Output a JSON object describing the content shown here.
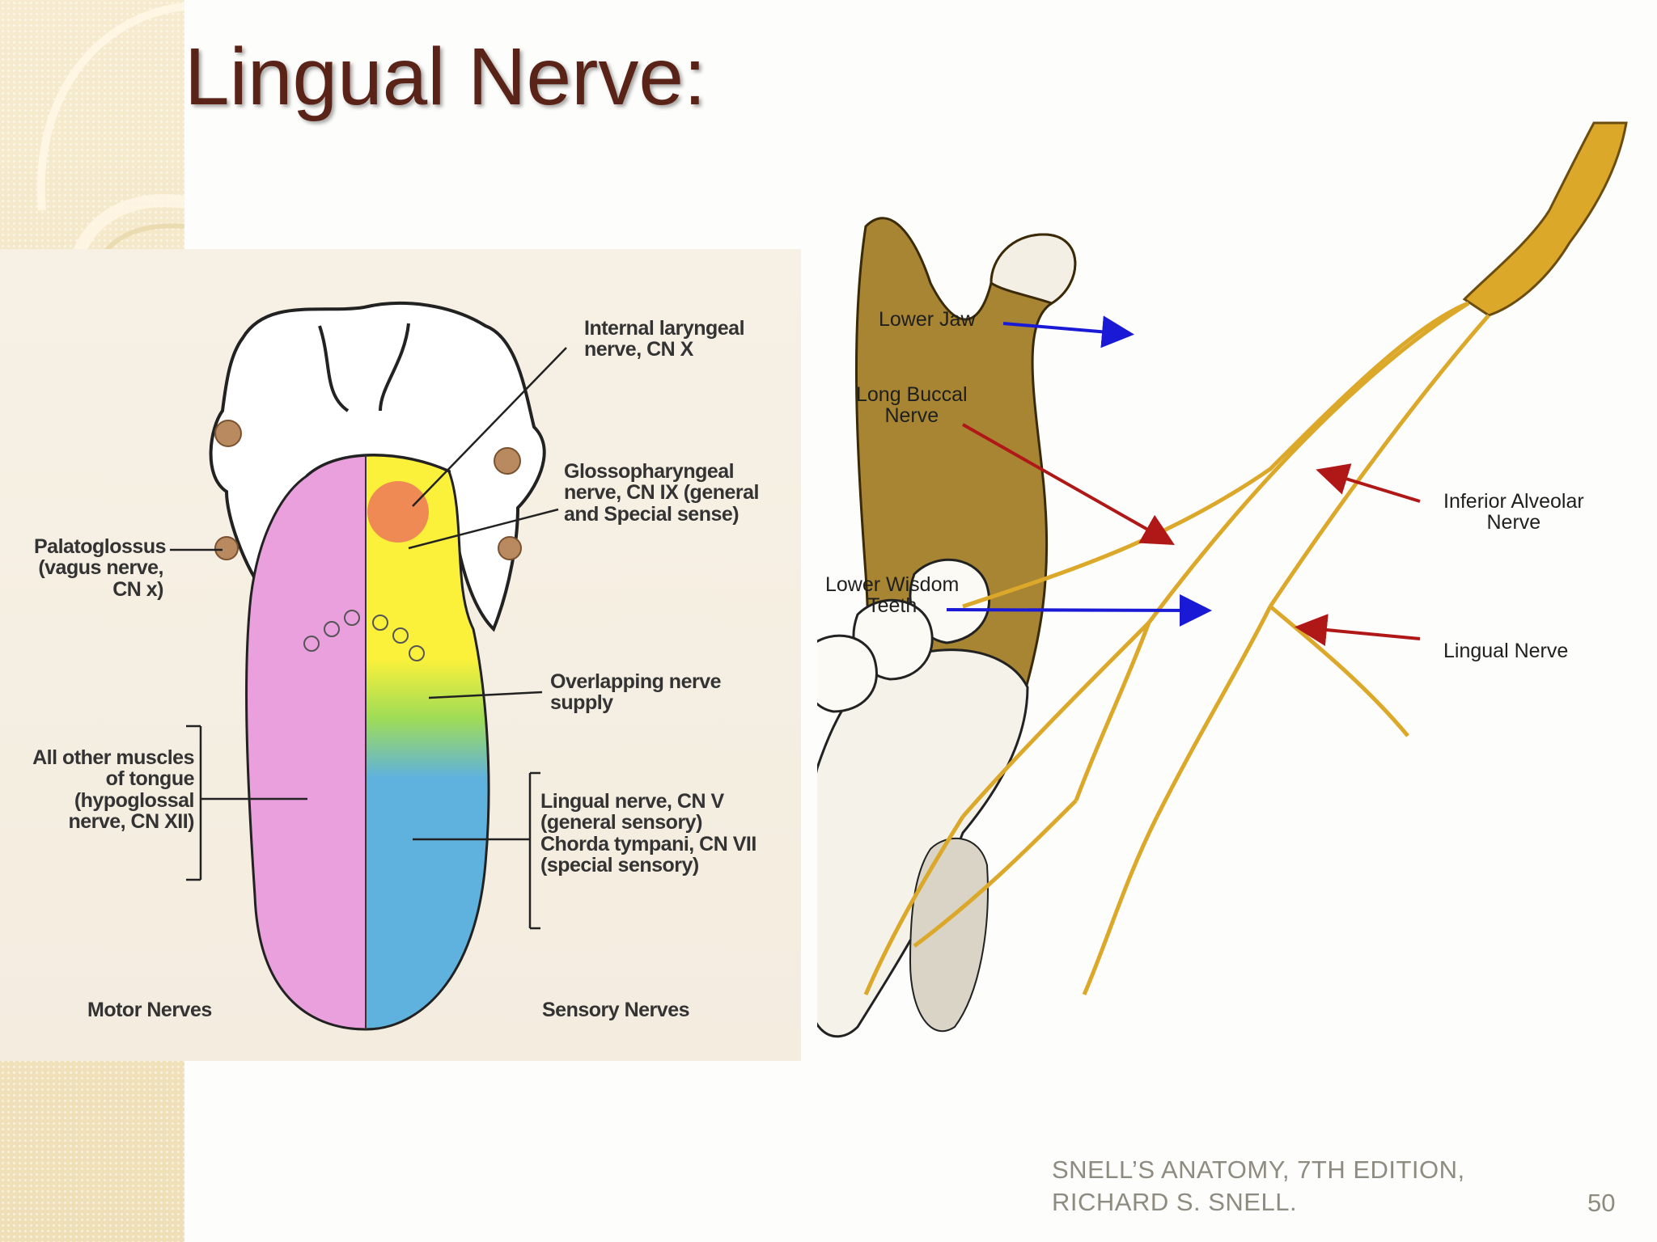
{
  "slide": {
    "title": "Lingual Nerve:",
    "number": "50",
    "caption_line1": "SNELL’S ANATOMY, 7TH EDITION,",
    "caption_line2": "RICHARD S. SNELL."
  },
  "tongue_diagram": {
    "labels": {
      "internal_laryngeal_1": "Internal laryngeal",
      "internal_laryngeal_2": "nerve, CN X",
      "glosso_1": "Glossopharyngeal",
      "glosso_2": "nerve, CN IX (general",
      "glosso_3": "and Special sense)",
      "palato_1": "Palatoglossus",
      "palato_2": "(vagus nerve,",
      "palato_3": "CN x)",
      "overlap_1": "Overlapping nerve",
      "overlap_2": "supply",
      "other_1": "All other muscles",
      "other_2": "of tongue",
      "other_3": "(hypoglossal",
      "other_4": "nerve, CN XII)",
      "lingual_1": "Lingual nerve, CN V",
      "lingual_2": "(general sensory)",
      "lingual_3": "Chorda tympani, CN VII",
      "lingual_4": "(special sensory)",
      "motor": "Motor Nerves",
      "sensory": "Sensory Nerves"
    },
    "colors": {
      "motor_side": "#e9a0dd",
      "glosso_region": "#fbf13a",
      "larynx_spot": "#ef8a55",
      "overlap_green": "#9fdc57",
      "lingual_region": "#5fb1de"
    }
  },
  "jaw_diagram": {
    "labels": {
      "lower_jaw": "Lower Jaw",
      "long_buccal_1": "Long Buccal",
      "long_buccal_2": "Nerve",
      "wisdom_1": "Lower Wisdom",
      "wisdom_2": "Teeth",
      "inf_alv_1": "Inferior Alveolar",
      "inf_alv_2": "Nerve",
      "lingual": "Lingual Nerve"
    },
    "colors": {
      "bone": "#a78533",
      "nerve": "#dba82a",
      "arrow_blue": "#1a1ad6",
      "arrow_red": "#b01818"
    }
  }
}
